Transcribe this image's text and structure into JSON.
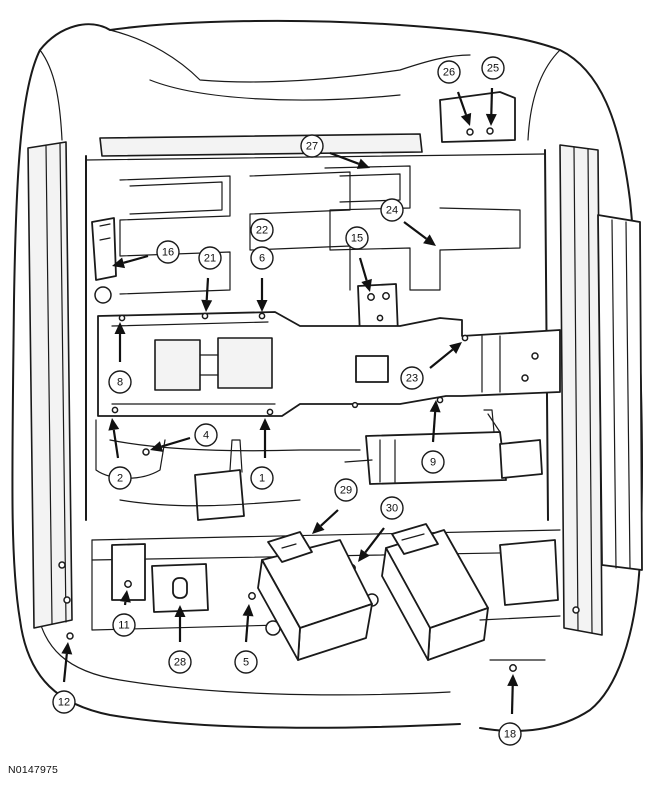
{
  "figure_id": "N0147975",
  "callouts": [
    {
      "label": "1"
    },
    {
      "label": "2"
    },
    {
      "label": "4"
    },
    {
      "label": "5"
    },
    {
      "label": "6"
    },
    {
      "label": "8"
    },
    {
      "label": "9"
    },
    {
      "label": "11"
    },
    {
      "label": "12"
    },
    {
      "label": "15"
    },
    {
      "label": "16"
    },
    {
      "label": "18"
    },
    {
      "label": "21"
    },
    {
      "label": "22"
    },
    {
      "label": "23"
    },
    {
      "label": "24"
    },
    {
      "label": "25"
    },
    {
      "label": "26"
    },
    {
      "label": "27"
    },
    {
      "label": "28"
    },
    {
      "label": "29"
    },
    {
      "label": "30"
    }
  ]
}
